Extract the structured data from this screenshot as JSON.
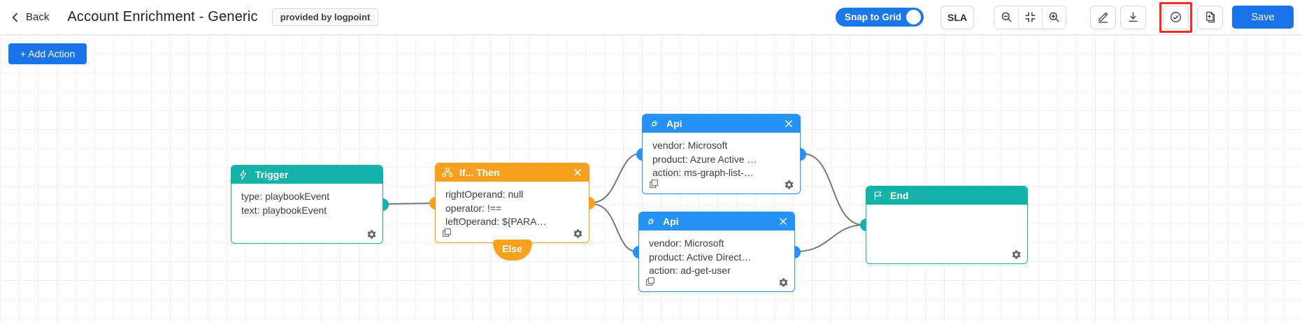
{
  "header": {
    "back_label": "Back",
    "title": "Account Enrichment - Generic",
    "badge": "provided by logpoint",
    "snap_toggle_label": "Snap to Grid",
    "snap_toggle_state": "on",
    "sla_label": "SLA",
    "save_label": "Save",
    "highlight_color": "#ee3124",
    "accent_blue": "#1a73e8",
    "icons": {
      "back": "chevron-left-icon",
      "zoom_out": "magnifier-minus-icon",
      "fit_screen": "fit-screen-icon",
      "zoom_in": "magnifier-plus-icon",
      "edit": "pencil-icon",
      "download": "download-icon",
      "validate": "check-circle-icon",
      "duplicate_doc": "document-plus-icon"
    }
  },
  "canvas": {
    "add_action_label": "+ Add Action",
    "nodes": [
      {
        "id": "trigger",
        "title": "Trigger",
        "accent": "#15b2aa",
        "icon": "lightning-bolt-icon",
        "lines": [
          "type: playbookEvent",
          "text: playbookEvent"
        ]
      },
      {
        "id": "if-then",
        "title": "If... Then",
        "accent": "#f7a11f",
        "icon": "sitemap-icon",
        "lines": [
          "rightOperand: null",
          "operator: !==",
          "leftOperand: ${PARA…"
        ],
        "else_label": "Else"
      },
      {
        "id": "api-1",
        "title": "Api",
        "accent": "#2592f4",
        "icon": "plug-icon",
        "lines": [
          "vendor: Microsoft",
          "product: Azure Active …",
          "action: ms-graph-list-…"
        ]
      },
      {
        "id": "api-2",
        "title": "Api",
        "accent": "#2592f4",
        "icon": "plug-icon",
        "lines": [
          "vendor: Microsoft",
          "product: Active Direct…",
          "action: ad-get-user"
        ]
      },
      {
        "id": "end",
        "title": "End",
        "accent": "#15b2aa",
        "icon": "flag-icon",
        "lines": []
      }
    ],
    "edges": [
      {
        "from": "trigger",
        "to": "if-then"
      },
      {
        "from": "if-then",
        "to": "api-1"
      },
      {
        "from": "if-then",
        "to": "api-2"
      },
      {
        "from": "api-1",
        "to": "end"
      },
      {
        "from": "api-2",
        "to": "end"
      }
    ]
  }
}
